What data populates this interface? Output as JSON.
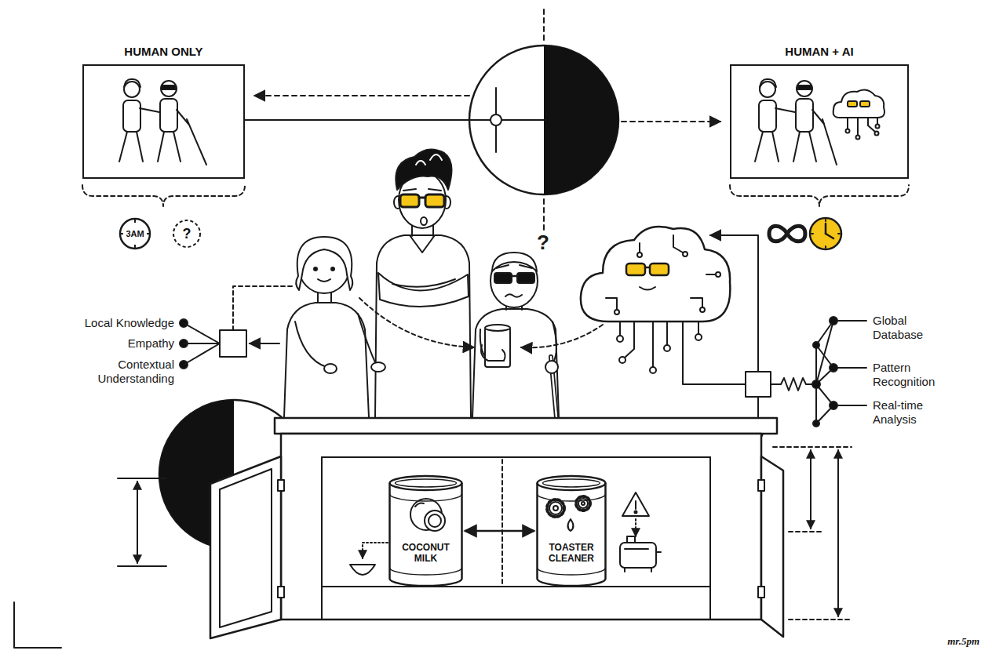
{
  "diagram": {
    "nodes": [
      {
        "text": [
          "HUMAN ONLY"
        ]
      },
      {
        "text": [
          "HUMAN + AI"
        ]
      },
      {
        "text": [
          "3AM"
        ]
      },
      {
        "text": [
          "?"
        ]
      },
      {
        "text": [
          "COCONUT MILK"
        ]
      },
      {
        "text": [
          "TOASTER CLEANER"
        ]
      }
    ],
    "edges": [
      {
        "from": 4,
        "to": 5,
        "arrow": "both"
      }
    ],
    "labels": [
      "Local Knowledge",
      "Empathy",
      "Contextual Understanding",
      "?",
      "Global Database",
      "Pattern Recognition",
      "Real-time Analysis",
      "mr.5pm"
    ]
  }
}
